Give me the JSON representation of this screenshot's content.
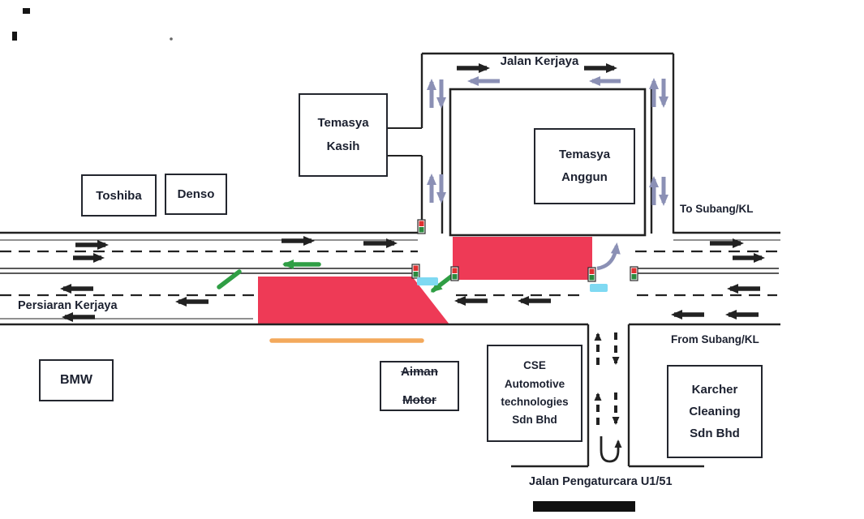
{
  "labels": {
    "jalan_kerjaya": "Jalan Kerjaya",
    "to_subang": "To Subang/KL",
    "from_subang": "From Subang/KL",
    "persiaran_kerjaya": "Persiaran Kerjaya",
    "jalan_pengaturcara": "Jalan Pengaturcara U1/51"
  },
  "buildings": {
    "temasya_kasih": "Temasya\nKasih",
    "temasya_anggun": "Temasya\nAnggun",
    "toshiba": "Toshiba",
    "denso": "Denso",
    "bmw": "BMW",
    "aiman_line1": "Aiman",
    "aiman_line2": "Motor",
    "cse": "CSE\nAutomotive\ntechnologies\nSdn Bhd",
    "karcher": "Karcher\nCleaning\nSdn Bhd"
  },
  "colors": {
    "closure_red": "#ee3a56",
    "route_orange": "#f3a95c",
    "arrow_green": "#2f9e44",
    "arrow_slate": "#8b90b5",
    "marker_blue": "#7fd9f2",
    "signal_red": "#e03131",
    "signal_green": "#2b8a3e",
    "road_ink": "#222222"
  }
}
